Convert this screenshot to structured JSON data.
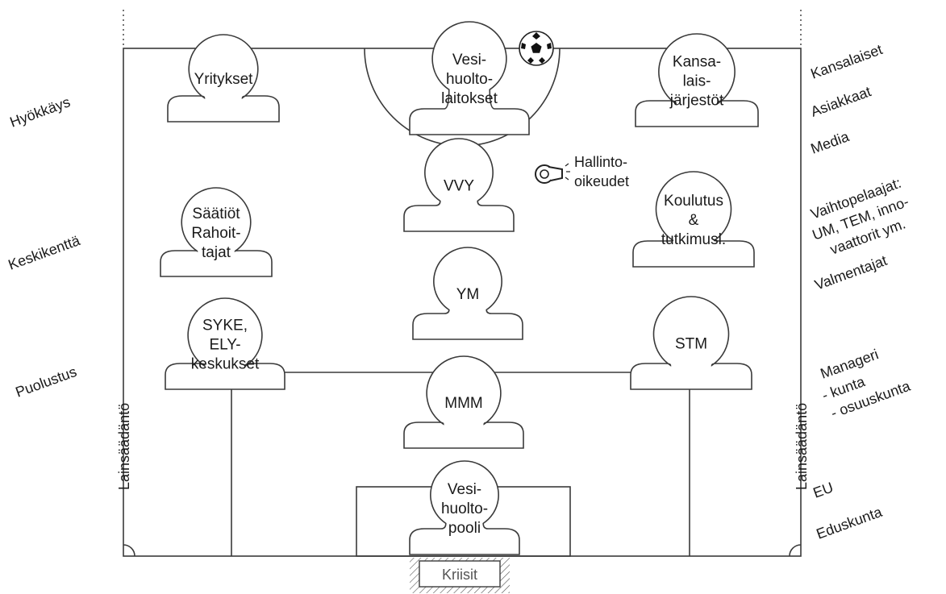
{
  "players": {
    "yritykset": [
      "Yritykset"
    ],
    "vesihuoltolaitokset": [
      "Vesi-",
      "huolto-",
      "laitokset"
    ],
    "kansalaisjarjestot": [
      "Kansa-",
      "lais-",
      "järjestöt"
    ],
    "vvy": [
      "VVY"
    ],
    "saatiot": [
      "Säätiöt",
      "Rahoit-",
      "tajat"
    ],
    "koulutus": [
      "Koulutus",
      "&",
      "tutkimusl."
    ],
    "ym": [
      "YM"
    ],
    "syke": [
      "SYKE,",
      "ELY-",
      "keskukset"
    ],
    "stm": [
      "STM"
    ],
    "mmm": [
      "MMM"
    ],
    "pooli": [
      "Vesi-",
      "huolto-",
      "pooli"
    ]
  },
  "referee": [
    "Hallinto-",
    "oikeudet"
  ],
  "kriisit": "Kriisit",
  "left_labels": {
    "hyokkays": "Hyökkäys",
    "keskikentta": "Keskikenttä",
    "puolustus": "Puolustus",
    "lainsaadanto": "Lainsäädäntö"
  },
  "right_labels": {
    "kansalaiset": "Kansalaiset",
    "asiakkaat": "Asiakkaat",
    "media": "Media",
    "vaihto": [
      "Vaihtopelaajat:",
      "UM, TEM, inno-",
      "vaattorit ym."
    ],
    "valmentajat": "Valmentajat",
    "manageri": [
      "Manageri",
      "- kunta",
      "- osuuskunta"
    ],
    "lainsaadanto": "Lainsäädäntö",
    "eu": "EU",
    "eduskunta": "Eduskunta"
  },
  "colors": {
    "line": "#3a3a3a",
    "text": "#1a1a1a",
    "crisis_text": "#555555"
  }
}
